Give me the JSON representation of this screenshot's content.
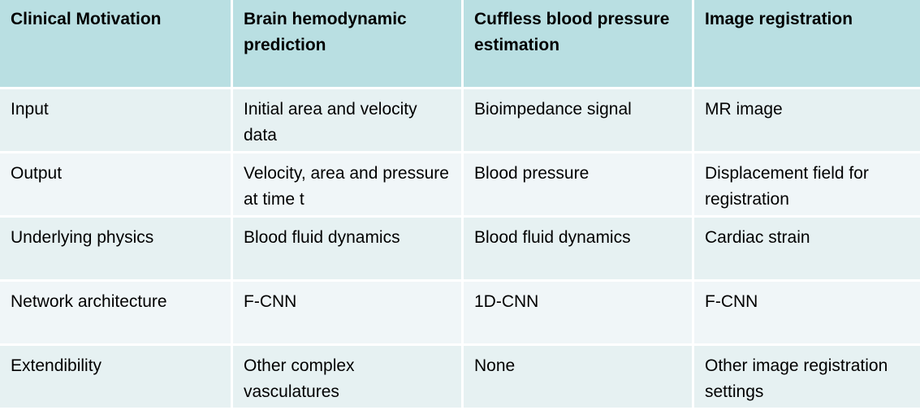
{
  "headers": [
    "Clinical Motivation",
    "Brain hemodynamic prediction",
    "Cuffless blood pressure estimation",
    "Image registration"
  ],
  "rows": [
    [
      "Input",
      "Initial area and velocity data",
      "Bioimpedance signal",
      "MR image"
    ],
    [
      "Output",
      "Velocity, area and pressure at time t",
      "Blood pressure",
      "Displacement field for registration"
    ],
    [
      "Underlying physics",
      "Blood fluid dynamics",
      "Blood fluid dynamics",
      "Cardiac strain"
    ],
    [
      "Network architecture",
      "F-CNN",
      "1D-CNN",
      "F-CNN"
    ],
    [
      "Extendibility",
      "Other complex vasculatures",
      "None",
      "Other image registration settings"
    ]
  ],
  "colors": {
    "header": "#b9dfe2",
    "row_odd": "#e6f1f2",
    "row_even": "#f0f6f8"
  }
}
